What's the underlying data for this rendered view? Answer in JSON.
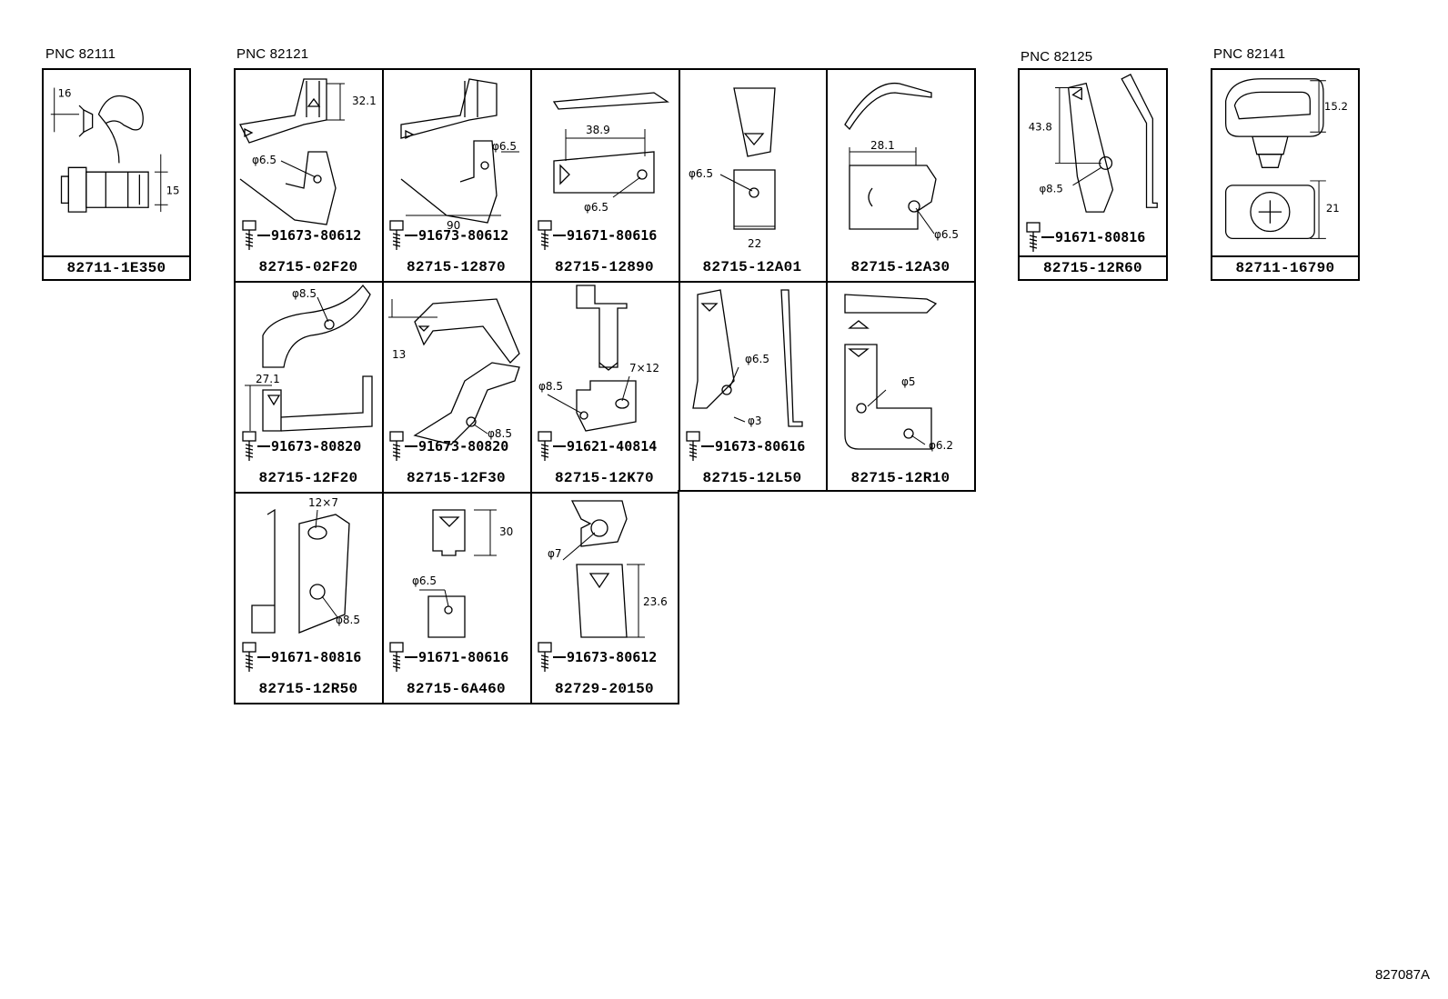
{
  "pnc_labels": {
    "a": "PNC 82111",
    "b": "PNC 82121",
    "c": "PNC 82125",
    "d": "PNC 82141"
  },
  "figure_code": "827087A",
  "group_a": {
    "part": "82711-1E350",
    "dims": [
      "16",
      "15"
    ]
  },
  "group_c": {
    "part": "82715-12R60",
    "bolt": "91671-80816",
    "dims": [
      "43.8",
      "φ8.5"
    ]
  },
  "group_d": {
    "part": "82711-16790",
    "dims": [
      "15.2",
      "21"
    ]
  },
  "group_b": {
    "row1": [
      {
        "part": "82715-02F20",
        "bolt": "91673-80612",
        "dims": [
          "32.1",
          "φ6.5"
        ]
      },
      {
        "part": "82715-12870",
        "bolt": "91673-80612",
        "dims": [
          "φ6.5",
          "90"
        ]
      },
      {
        "part": "82715-12890",
        "bolt": "91671-80616",
        "dims": [
          "38.9",
          "φ6.5"
        ]
      },
      {
        "part": "82715-12A01",
        "bolt": "",
        "dims": [
          "φ6.5",
          "22"
        ]
      },
      {
        "part": "82715-12A30",
        "bolt": "",
        "dims": [
          "28.1",
          "φ6.5"
        ]
      }
    ],
    "row2": [
      {
        "part": "82715-12F20",
        "bolt": "91673-80820",
        "dims": [
          "φ8.5",
          "27.1"
        ]
      },
      {
        "part": "82715-12F30",
        "bolt": "91673-80820",
        "dims": [
          "13",
          "φ8.5"
        ]
      },
      {
        "part": "82715-12K70",
        "bolt": "91621-40814",
        "dims": [
          "7×12",
          "φ8.5"
        ]
      },
      {
        "part": "82715-12L50",
        "bolt": "91673-80616",
        "dims": [
          "φ6.5",
          "φ3"
        ]
      },
      {
        "part": "82715-12R10",
        "bolt": "",
        "dims": [
          "φ5",
          "φ6.2"
        ]
      }
    ],
    "row3": [
      {
        "part": "82715-12R50",
        "bolt": "91671-80816",
        "dims": [
          "12×7",
          "φ8.5"
        ]
      },
      {
        "part": "82715-6A460",
        "bolt": "91671-80616",
        "dims": [
          "30",
          "φ6.5"
        ]
      },
      {
        "part": "82729-20150",
        "bolt": "91673-80612",
        "dims": [
          "φ7",
          "23.6"
        ]
      }
    ]
  }
}
